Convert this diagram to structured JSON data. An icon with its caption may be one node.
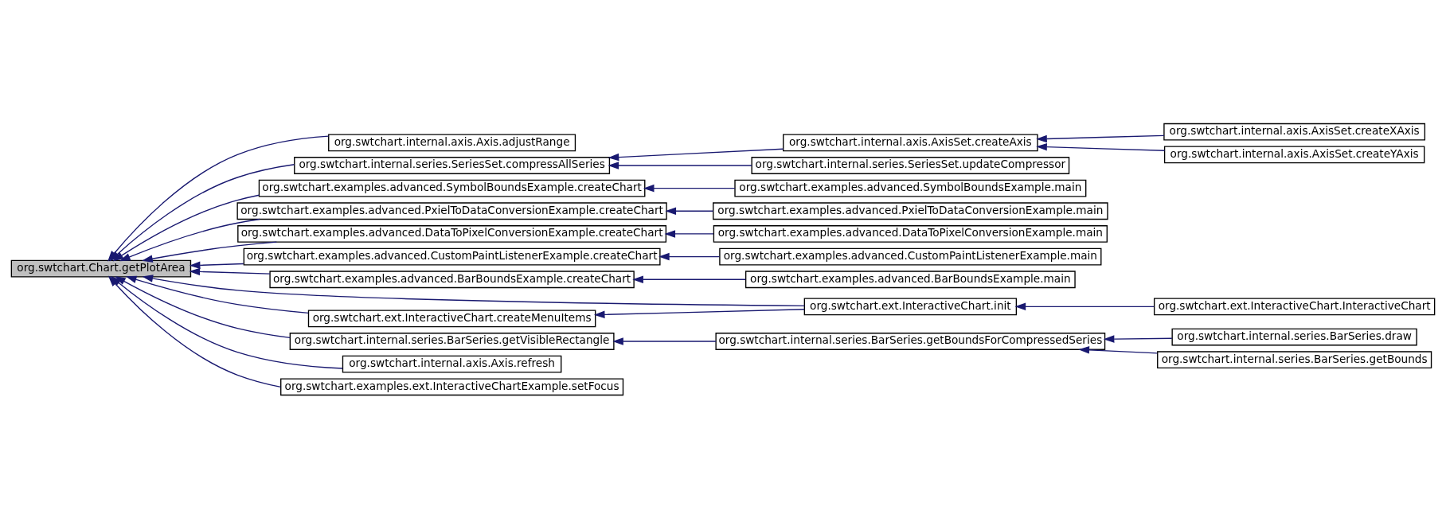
{
  "diagram": {
    "nodes": [
      {
        "text": [
          "org.swtchart.Chart.getPlotArea"
        ]
      },
      {
        "text": [
          "org.swtchart.internal.axis.Axis.adjustRange"
        ]
      },
      {
        "text": [
          "org.swtchart.internal.series.SeriesSet.compressAllSeries"
        ]
      },
      {
        "text": [
          "org.swtchart.internal.axis.AxisSet.createAxis"
        ]
      },
      {
        "text": [
          "org.swtchart.internal.axis.AxisSet.createXAxis"
        ]
      },
      {
        "text": [
          "org.swtchart.internal.axis.AxisSet.createYAxis"
        ]
      },
      {
        "text": [
          "org.swtchart.internal.series.SeriesSet.updateCompressor"
        ]
      },
      {
        "text": [
          "org.swtchart.examples.advanced.SymbolBoundsExample.createChart"
        ]
      },
      {
        "text": [
          "org.swtchart.examples.advanced.SymbolBoundsExample.main"
        ]
      },
      {
        "text": [
          "org.swtchart.examples.advanced.PxielToDataConversionExample.createChart"
        ]
      },
      {
        "text": [
          "org.swtchart.examples.advanced.PxielToDataConversionExample.main"
        ]
      },
      {
        "text": [
          "org.swtchart.examples.advanced.DataToPixelConversionExample.createChart"
        ]
      },
      {
        "text": [
          "org.swtchart.examples.advanced.DataToPixelConversionExample.main"
        ]
      },
      {
        "text": [
          "org.swtchart.examples.advanced.CustomPaintListenerExample.createChart"
        ]
      },
      {
        "text": [
          "org.swtchart.examples.advanced.CustomPaintListenerExample.main"
        ]
      },
      {
        "text": [
          "org.swtchart.examples.advanced.BarBoundsExample.createChart"
        ]
      },
      {
        "text": [
          "org.swtchart.examples.advanced.BarBoundsExample.main"
        ]
      },
      {
        "text": [
          "org.swtchart.ext.InteractiveChart.createMenuItems"
        ]
      },
      {
        "text": [
          "org.swtchart.ext.InteractiveChart.init"
        ]
      },
      {
        "text": [
          "org.swtchart.ext.InteractiveChart.InteractiveChart"
        ]
      },
      {
        "text": [
          "org.swtchart.internal.series.BarSeries.getVisibleRectangle"
        ]
      },
      {
        "text": [
          "org.swtchart.internal.series.BarSeries.getBoundsForCompressedSeries"
        ]
      },
      {
        "text": [
          "org.swtchart.internal.series.BarSeries.draw"
        ]
      },
      {
        "text": [
          "org.swtchart.internal.series.BarSeries.getBounds"
        ]
      },
      {
        "text": [
          "org.swtchart.internal.axis.Axis.refresh"
        ]
      },
      {
        "text": [
          "org.swtchart.examples.ext.InteractiveChartExample.setFocus"
        ]
      }
    ],
    "edges": [
      {
        "from": 1,
        "to": 0,
        "arrow": "to"
      },
      {
        "from": 2,
        "to": 0,
        "arrow": "to"
      },
      {
        "from": 3,
        "to": 2,
        "arrow": "to"
      },
      {
        "from": 4,
        "to": 3,
        "arrow": "to"
      },
      {
        "from": 5,
        "to": 3,
        "arrow": "to"
      },
      {
        "from": 6,
        "to": 2,
        "arrow": "to"
      },
      {
        "from": 7,
        "to": 0,
        "arrow": "to"
      },
      {
        "from": 8,
        "to": 7,
        "arrow": "to"
      },
      {
        "from": 9,
        "to": 0,
        "arrow": "to"
      },
      {
        "from": 10,
        "to": 9,
        "arrow": "to"
      },
      {
        "from": 11,
        "to": 0,
        "arrow": "to"
      },
      {
        "from": 12,
        "to": 11,
        "arrow": "to"
      },
      {
        "from": 13,
        "to": 0,
        "arrow": "to"
      },
      {
        "from": 14,
        "to": 13,
        "arrow": "to"
      },
      {
        "from": 15,
        "to": 0,
        "arrow": "to"
      },
      {
        "from": 16,
        "to": 15,
        "arrow": "to"
      },
      {
        "from": 17,
        "to": 0,
        "arrow": "to"
      },
      {
        "from": 18,
        "to": 17,
        "arrow": "to"
      },
      {
        "from": 18,
        "to": 0,
        "arrow": "to"
      },
      {
        "from": 19,
        "to": 18,
        "arrow": "to"
      },
      {
        "from": 20,
        "to": 0,
        "arrow": "to"
      },
      {
        "from": 21,
        "to": 20,
        "arrow": "to"
      },
      {
        "from": 22,
        "to": 21,
        "arrow": "to"
      },
      {
        "from": 23,
        "to": 21,
        "arrow": "to"
      },
      {
        "from": 24,
        "to": 0,
        "arrow": "to"
      },
      {
        "from": 25,
        "to": 0,
        "arrow": "to"
      }
    ]
  }
}
